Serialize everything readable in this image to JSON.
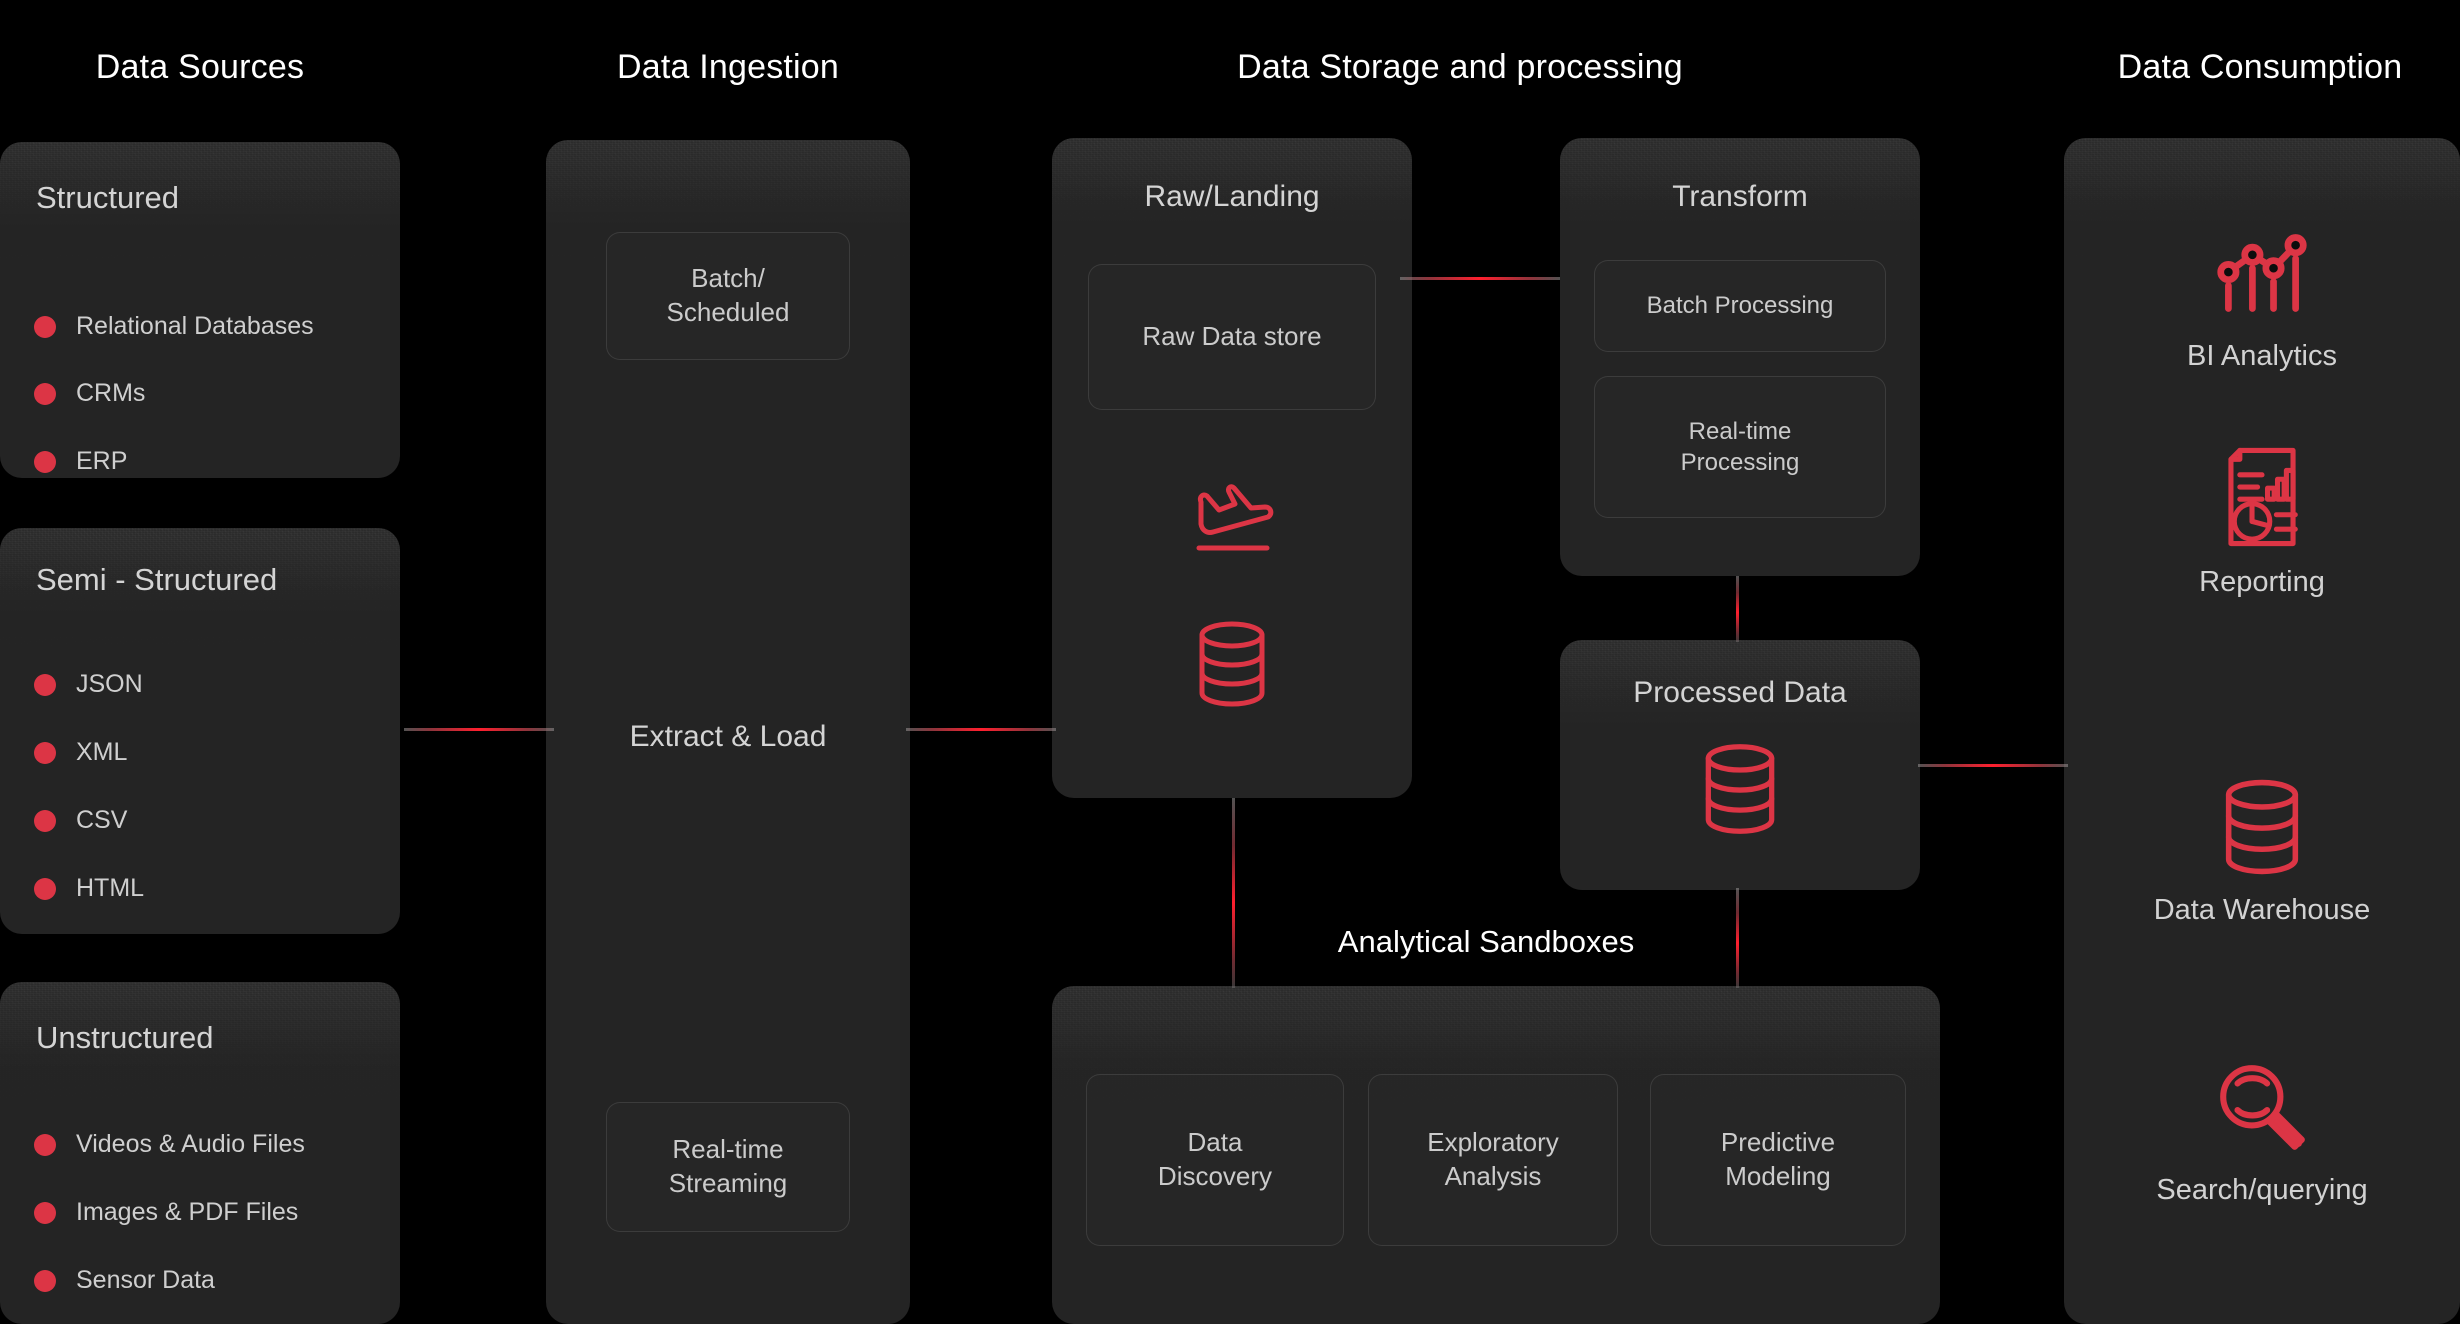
{
  "accent_color": "#dc3545",
  "accent_bright": "#ff1f2e",
  "panel_color": "#242424",
  "background_color": "#000000",
  "columns": {
    "data_sources": {
      "header": "Data Sources",
      "groups": [
        {
          "title": "Structured",
          "items": [
            "Relational Databases",
            "CRMs",
            "ERP"
          ]
        },
        {
          "title": "Semi - Structured",
          "items": [
            "JSON",
            "XML",
            "CSV",
            "HTML"
          ]
        },
        {
          "title": "Unstructured",
          "items": [
            "Videos & Audio Files",
            "Images & PDF Files",
            "Sensor Data"
          ]
        }
      ]
    },
    "data_ingestion": {
      "header": "Data Ingestion",
      "panel_label": "Extract & Load",
      "boxes": [
        {
          "line1": "Batch/",
          "line2": "Scheduled"
        },
        {
          "line1": "Real-time",
          "line2": "Streaming"
        }
      ]
    },
    "data_storage": {
      "header": "Data Storage and processing",
      "raw_landing": {
        "title": "Raw/Landing",
        "box": "Raw Data store",
        "icons": [
          "plane-landing-icon",
          "database-icon"
        ]
      },
      "transform": {
        "title": "Transform",
        "boxes": [
          {
            "line1": "Batch Processing",
            "line2": ""
          },
          {
            "line1": "Real-time",
            "line2": "Processing"
          }
        ]
      },
      "processed_data": {
        "title": "Processed Data",
        "icon": "database-icon"
      },
      "analytical_sandboxes": {
        "title": "Analytical Sandboxes",
        "boxes": [
          {
            "line1": "Data",
            "line2": "Discovery"
          },
          {
            "line1": "Exploratory",
            "line2": "Analysis"
          },
          {
            "line1": "Predictive",
            "line2": "Modeling"
          }
        ]
      }
    },
    "data_consumption": {
      "header": "Data Consumption",
      "items": [
        {
          "label": "BI Analytics",
          "icon": "bar-chart-line-icon"
        },
        {
          "label": "Reporting",
          "icon": "report-document-icon"
        },
        {
          "label": "Data Warehouse",
          "icon": "database-icon"
        },
        {
          "label": "Search/querying",
          "icon": "magnifier-icon"
        }
      ]
    }
  }
}
